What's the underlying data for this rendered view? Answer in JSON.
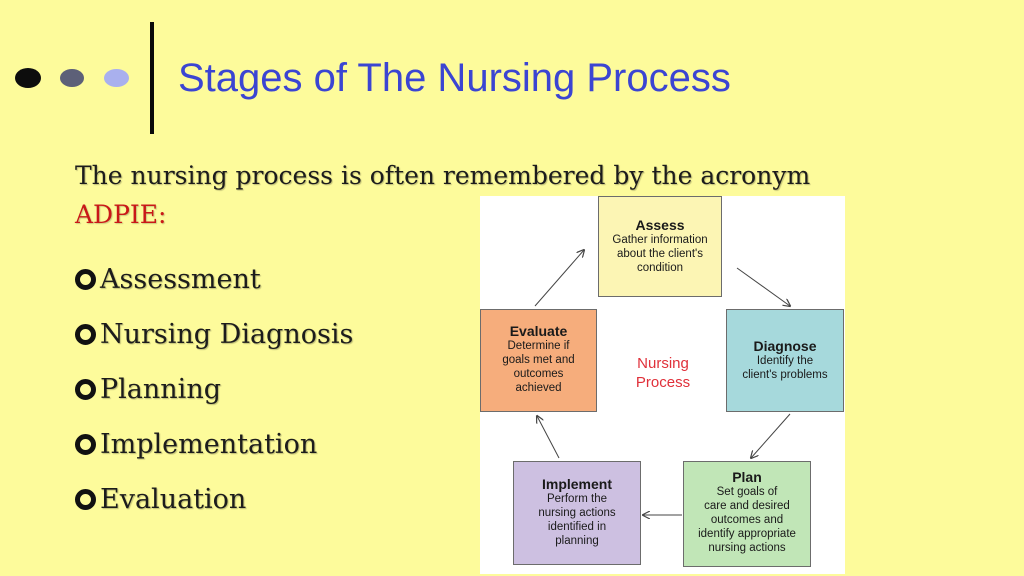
{
  "slide": {
    "title": "Stages of The Nursing Process",
    "intro": "The nursing process is often remembered by the acronym",
    "acronym": "ADPIE:",
    "bullets": [
      "Assessment",
      "Nursing Diagnosis",
      "Planning",
      "Implementation",
      "Evaluation"
    ]
  },
  "diagram": {
    "center": [
      "Nursing",
      "Process"
    ],
    "stages": {
      "assess": {
        "title": "Assess",
        "lines": [
          "Gather information",
          "about the client's",
          "condition"
        ],
        "color": "#fcf5b4"
      },
      "diagnose": {
        "title": "Diagnose",
        "lines": [
          "Identify the",
          "client's problems"
        ],
        "color": "#a6d9dc"
      },
      "plan": {
        "title": "Plan",
        "lines": [
          "Set goals of",
          "care and desired",
          "outcomes and",
          "identify appropriate",
          "nursing actions"
        ],
        "color": "#c1e6b7"
      },
      "implement": {
        "title": "Implement",
        "lines": [
          "Perform the",
          "nursing actions",
          "identified in",
          "planning"
        ],
        "color": "#cdc0e1"
      },
      "evaluate": {
        "title": "Evaluate",
        "lines": [
          "Determine if",
          "goals met and",
          "outcomes",
          "achieved"
        ],
        "color": "#f6ad7c"
      }
    }
  },
  "colors": {
    "background": "#fdfb9b",
    "title": "#3b45d2",
    "acronym": "#c91818",
    "center_label": "#e0303a"
  },
  "icons": [
    "dark-dot-icon",
    "gray-dot-icon",
    "lavender-dot-icon",
    "ring-bullet-icon",
    "arrow-icon"
  ]
}
